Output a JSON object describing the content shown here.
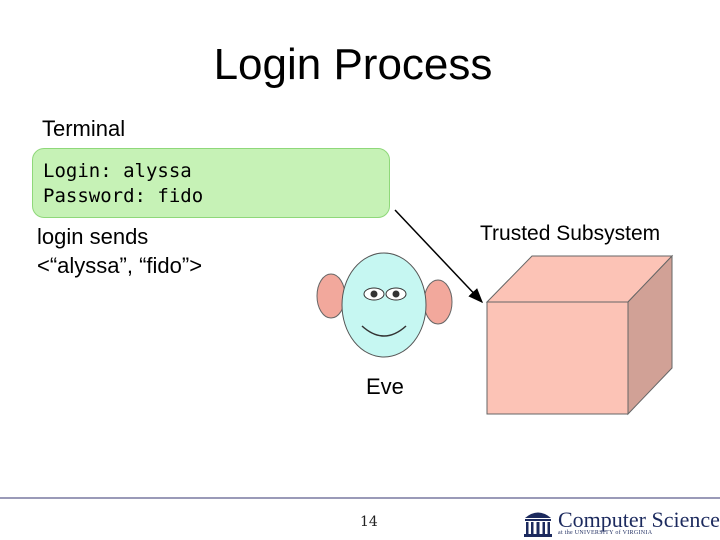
{
  "slide": {
    "title": "Login Process",
    "terminal_label": "Terminal",
    "terminal_lines": [
      "Login: alyssa",
      "Password: fido"
    ],
    "sends_lines": [
      "login sends",
      "<“alyssa”, “fido”>"
    ],
    "trusted_label": "Trusted Subsystem",
    "eve_label": "Eve",
    "page_number": "14"
  },
  "footer": {
    "logo_main": "Computer Science",
    "logo_sub": "at the UNIVERSITY of VIRGINIA"
  },
  "colors": {
    "terminal_fill": "#c6f2b6",
    "cube_front": "#fcc3b6",
    "cube_side": "#d1a196",
    "face": "#c6f7f2",
    "ears": "#f2a89c",
    "logo_blue": "#1c2a5e"
  }
}
